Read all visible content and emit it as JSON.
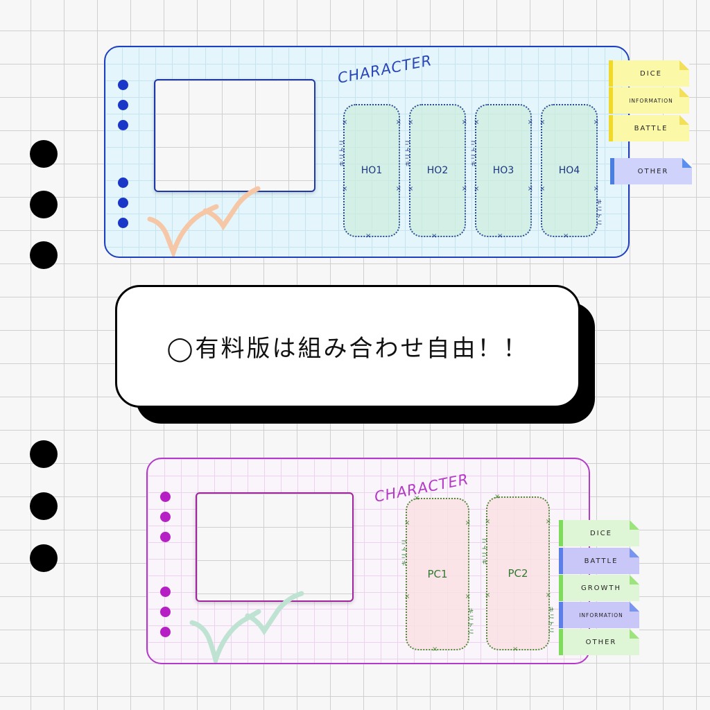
{
  "colors": {
    "blue_accent": "#1f3fbf",
    "pink_accent": "#b23ac8",
    "tab_yellow": "#fbf8a8",
    "tab_lavender": "#cfd2fb",
    "tab_green": "#dff6d6",
    "tab_violet": "#c9c7f7"
  },
  "banner": {
    "text": "◯有料版は組み合わせ自由！！"
  },
  "blue_card": {
    "title": "CHARACTER",
    "cut_label": "キリトリ",
    "cut_mark": "×",
    "slots": [
      "HO1",
      "HO2",
      "HO3",
      "HO4"
    ],
    "tabs": [
      "DICE",
      "INFORMATION",
      "BATTLE",
      "OTHER"
    ]
  },
  "pink_card": {
    "title": "CHARACTER",
    "cut_label": "キリトリ",
    "cut_mark": "×",
    "slots": [
      "PC1",
      "PC2"
    ],
    "tabs": [
      "DICE",
      "BATTLE",
      "GROWTH",
      "INFORMATION",
      "OTHER"
    ]
  },
  "icons": {
    "binder_hole": "circle",
    "check_doodle": "check-mark"
  }
}
